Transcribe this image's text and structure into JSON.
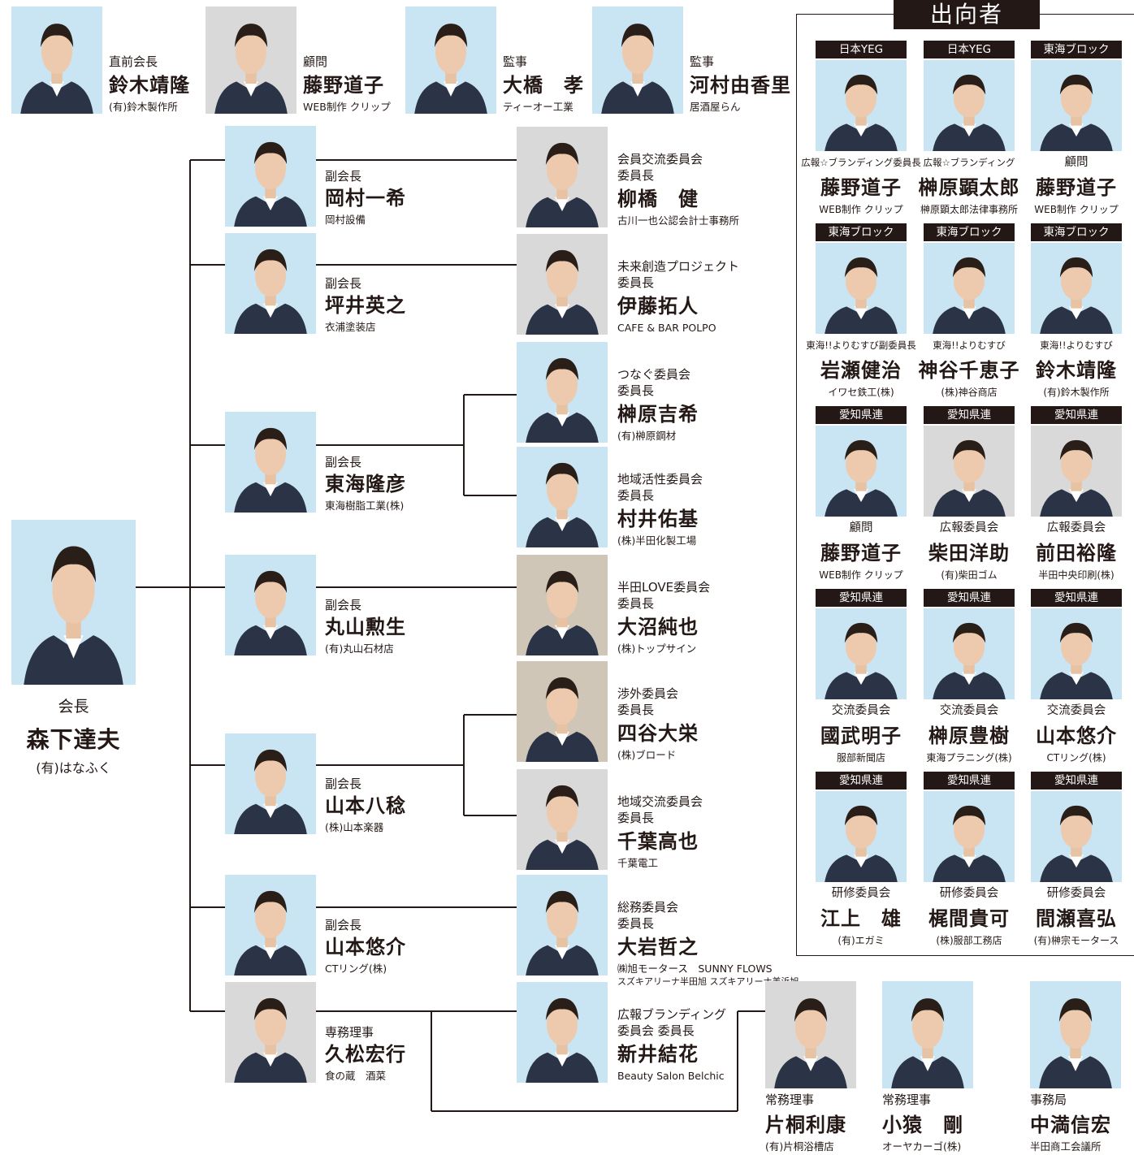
{
  "top_row": [
    {
      "role": "直前会長",
      "name": "鈴木靖隆",
      "company": "(有)鈴木製作所"
    },
    {
      "role": "顧問",
      "name": "藤野道子",
      "company": "WEB制作 クリップ"
    },
    {
      "role": "監事",
      "name": "大橋　孝",
      "company": "ティーオー工業"
    },
    {
      "role": "監事",
      "name": "河村由香里",
      "company": "居酒屋らん"
    }
  ],
  "president": {
    "role": "会長",
    "name": "森下達夫",
    "company": "(有)はなふく"
  },
  "vice": [
    {
      "role": "副会長",
      "name": "岡村一希",
      "company": "岡村設備"
    },
    {
      "role": "副会長",
      "name": "坪井英之",
      "company": "衣浦塗装店"
    },
    {
      "role": "副会長",
      "name": "東海隆彦",
      "company": "東海樹脂工業(株)"
    },
    {
      "role": "副会長",
      "name": "丸山勲生",
      "company": "(有)丸山石材店"
    },
    {
      "role": "副会長",
      "name": "山本八稔",
      "company": "(株)山本楽器"
    },
    {
      "role": "副会長",
      "name": "山本悠介",
      "company": "CTリング(株)"
    },
    {
      "role": "専務理事",
      "name": "久松宏行",
      "company": "食の蔵　酒菜"
    }
  ],
  "chairs": [
    {
      "role1": "会員交流委員会",
      "role2": "委員長",
      "name": "柳橋　健",
      "company": "古川一也公認会計士事務所"
    },
    {
      "role1": "未来創造プロジェクト",
      "role2": "委員長",
      "name": "伊藤拓人",
      "company": "CAFE & BAR POLPO"
    },
    {
      "role1": "つなぐ委員会",
      "role2": "委員長",
      "name": "榊原吉希",
      "company": "(有)榊原鋼材"
    },
    {
      "role1": "地域活性委員会",
      "role2": "委員長",
      "name": "村井佑基",
      "company": "(株)半田化製工場"
    },
    {
      "role1": "半田LOVE委員会",
      "role2": "委員長",
      "name": "大沼純也",
      "company": "(株)トップサイン"
    },
    {
      "role1": "渉外委員会",
      "role2": "委員長",
      "name": "四谷大栄",
      "company": "(株)ブロード"
    },
    {
      "role1": "地域交流委員会",
      "role2": "委員長",
      "name": "千葉高也",
      "company": "千葉電工"
    },
    {
      "role1": "総務委員会",
      "role2": "委員長",
      "name": "大岩哲之",
      "company": "㈱旭モータース　SUNNY FLOWS",
      "company2": "スズキアリーナ半田旭 スズキアリーナ美浜旭"
    },
    {
      "role1": "広報ブランディング",
      "role2": "委員会 委員長",
      "name": "新井結花",
      "company": "Beauty Salon Belchic"
    }
  ],
  "directors": [
    {
      "role": "常務理事",
      "name": "片桐利康",
      "company": "(有)片桐浴槽店"
    },
    {
      "role": "常務理事",
      "name": "小猿　剛",
      "company": "オーヤカーゴ(株)"
    },
    {
      "role": "事務局",
      "name": "中満信宏",
      "company": "半田商工会議所"
    }
  ],
  "secondment": {
    "title": "出向者",
    "rows": [
      [
        {
          "tag": "日本YEG",
          "role": "広報☆ブランディング委員長",
          "name": "藤野道子",
          "company": "WEB制作 クリップ"
        },
        {
          "tag": "日本YEG",
          "role": "広報☆ブランディング",
          "name": "榊原顕太郎",
          "company": "榊原顕太郎法律事務所"
        },
        {
          "tag": "東海ブロック",
          "role": "顧問",
          "name": "藤野道子",
          "company": "WEB制作 クリップ"
        }
      ],
      [
        {
          "tag": "東海ブロック",
          "role": "東海!!よりむすび副委員長",
          "name": "岩瀬健治",
          "company": "イワセ鉄工(株)"
        },
        {
          "tag": "東海ブロック",
          "role": "東海!!よりむすび",
          "name": "神谷千恵子",
          "company": "(株)神谷商店"
        },
        {
          "tag": "東海ブロック",
          "role": "東海!!よりむすび",
          "name": "鈴木靖隆",
          "company": "(有)鈴木製作所"
        }
      ],
      [
        {
          "tag": "愛知県連",
          "role": "顧問",
          "name": "藤野道子",
          "company": "WEB制作 クリップ"
        },
        {
          "tag": "愛知県連",
          "role": "広報委員会",
          "name": "柴田洋助",
          "company": "(有)柴田ゴム"
        },
        {
          "tag": "愛知県連",
          "role": "広報委員会",
          "name": "前田裕隆",
          "company": "半田中央印刷(株)"
        }
      ],
      [
        {
          "tag": "愛知県連",
          "role": "交流委員会",
          "name": "國武明子",
          "company": "服部新聞店"
        },
        {
          "tag": "愛知県連",
          "role": "交流委員会",
          "name": "榊原豊樹",
          "company": "東海プラニング(株)"
        },
        {
          "tag": "愛知県連",
          "role": "交流委員会",
          "name": "山本悠介",
          "company": "CTリング(株)"
        }
      ],
      [
        {
          "tag": "愛知県連",
          "role": "研修委員会",
          "name": "江上　雄",
          "company": "(有)エガミ"
        },
        {
          "tag": "愛知県連",
          "role": "研修委員会",
          "name": "梶間貴可",
          "company": "(株)服部工務店"
        },
        {
          "tag": "愛知県連",
          "role": "研修委員会",
          "name": "間瀬喜弘",
          "company": "(有)榊宗モータース"
        }
      ]
    ]
  }
}
